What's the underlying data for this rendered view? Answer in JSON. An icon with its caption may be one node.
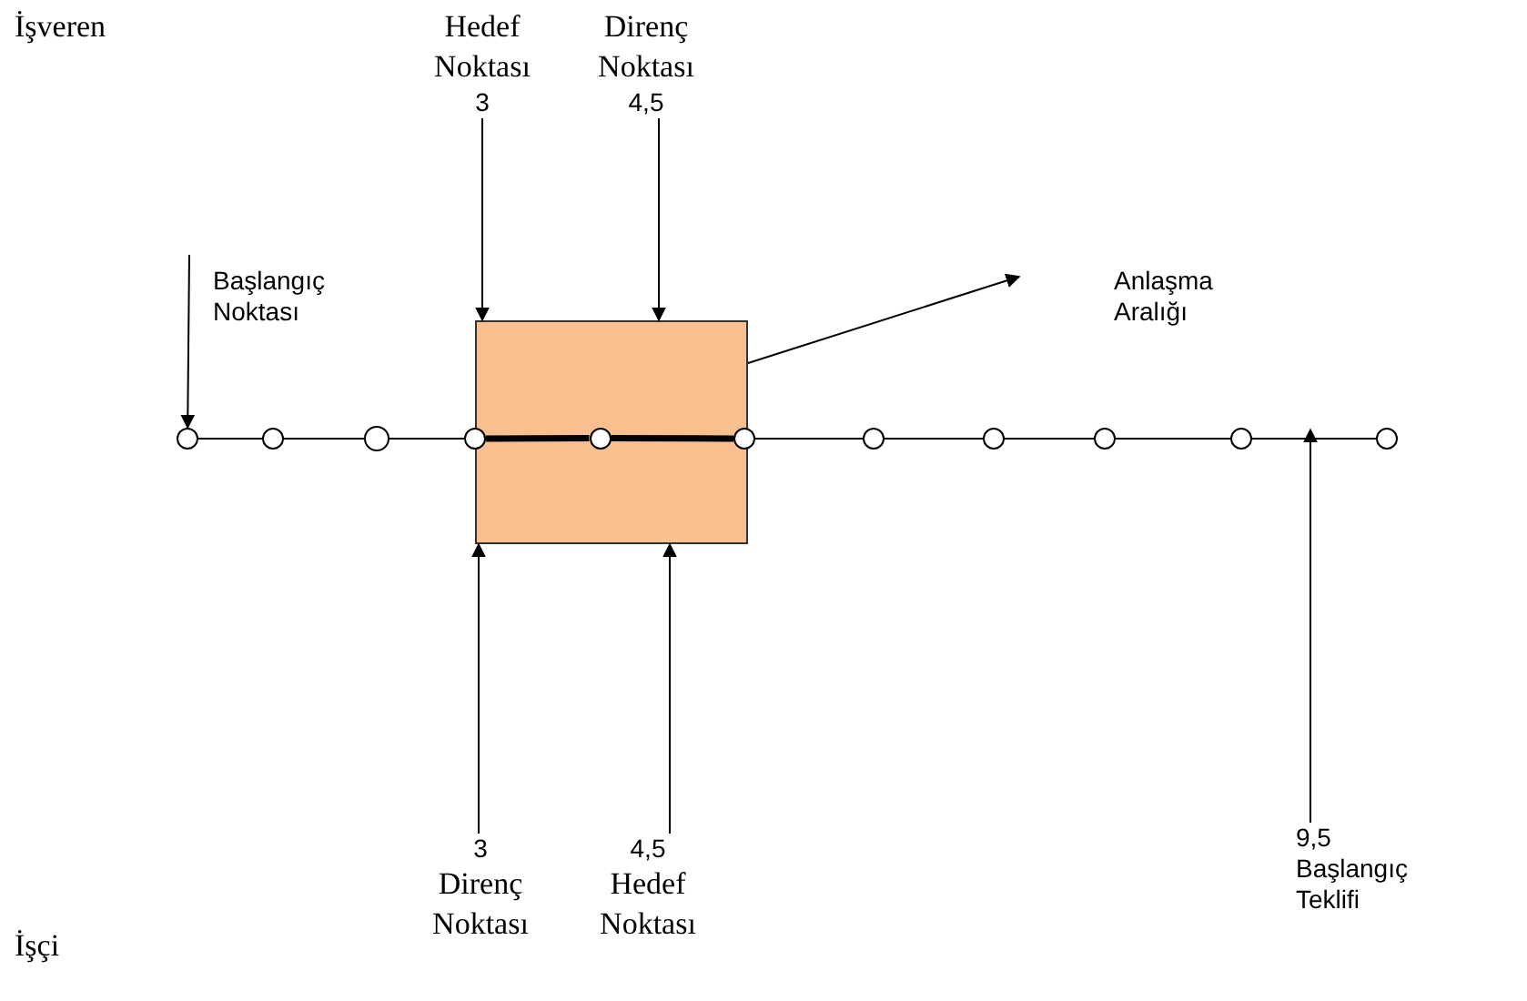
{
  "diagram": {
    "nodes": [
      {
        "text": [],
        "shape": "box"
      },
      {
        "text": [],
        "shape": "circle"
      },
      {
        "text": [],
        "shape": "circle"
      },
      {
        "text": [],
        "shape": "circle"
      },
      {
        "text": [],
        "shape": "circle"
      },
      {
        "text": [],
        "shape": "circle",
        "in": 0
      },
      {
        "text": [],
        "shape": "circle"
      },
      {
        "text": [],
        "shape": "circle"
      },
      {
        "text": [],
        "shape": "circle"
      },
      {
        "text": [],
        "shape": "circle"
      },
      {
        "text": [],
        "shape": "circle"
      },
      {
        "text": [],
        "shape": "circle"
      },
      {
        "text": [
          "Hedef Noktası",
          "3"
        ]
      },
      {
        "text": [
          "Direnç Noktası",
          "4,5"
        ]
      },
      {
        "text": [
          "Başlangıç Noktası"
        ]
      },
      {
        "text": [
          "Anlaşma Aralığı"
        ]
      },
      {
        "text": [
          "3",
          "Direnç Noktası"
        ]
      },
      {
        "text": [
          "4,5",
          "Hedef Noktası"
        ]
      },
      {
        "text": [
          "9,5",
          "Başlangıç Teklifi"
        ]
      }
    ],
    "edges": [
      {
        "from": 1,
        "to": 2,
        "arrow": "none"
      },
      {
        "from": 2,
        "to": 3,
        "arrow": "none"
      },
      {
        "from": 3,
        "to": 4,
        "arrow": "none"
      },
      {
        "from": 4,
        "to": 5,
        "arrow": "none",
        "style": "thick"
      },
      {
        "from": 5,
        "to": 6,
        "arrow": "none",
        "style": "thick"
      },
      {
        "from": 6,
        "to": 7,
        "arrow": "none"
      },
      {
        "from": 7,
        "to": 8,
        "arrow": "none"
      },
      {
        "from": 8,
        "to": 9,
        "arrow": "none"
      },
      {
        "from": 9,
        "to": 10,
        "arrow": "none"
      },
      {
        "from": 10,
        "to": 11,
        "arrow": "none"
      },
      {
        "from": 12,
        "to": 0,
        "arrow": "to"
      },
      {
        "from": 13,
        "to": 0,
        "arrow": "to"
      },
      {
        "from": 14,
        "to": 1,
        "arrow": "to"
      },
      {
        "from": 0,
        "to": 15,
        "arrow": "to"
      },
      {
        "from": 16,
        "to": 0,
        "arrow": "to"
      },
      {
        "from": 17,
        "to": 0,
        "arrow": "to"
      },
      {
        "from": 18,
        "to": null,
        "arrow": "to"
      }
    ],
    "labels": [
      "İşveren",
      "İşçi"
    ]
  }
}
